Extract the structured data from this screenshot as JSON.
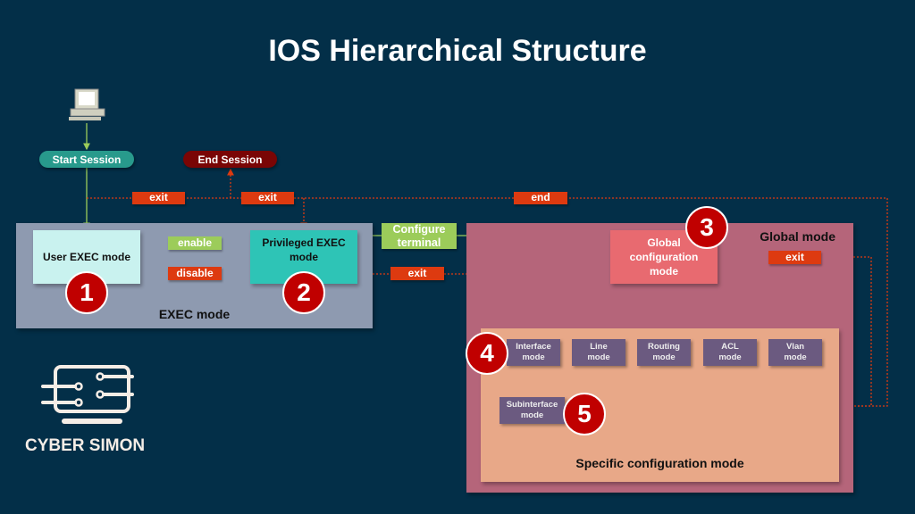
{
  "title": "IOS Hierarchical Structure",
  "session": {
    "start": "Start Session",
    "end": "End Session"
  },
  "labels": {
    "exit1": "exit",
    "exit2": "exit",
    "end": "end",
    "enable": "enable",
    "disable": "disable",
    "configure_terminal": "Configure terminal",
    "exit3": "exit",
    "exit4": "exit"
  },
  "modes": {
    "user_exec": "User EXEC mode",
    "privileged_exec": "Privileged EXEC mode",
    "global_config": "Global configuration mode",
    "exec_area": "EXEC mode",
    "global_area": "Global mode",
    "specific_area": "Specific configuration mode",
    "sub": [
      {
        "label": "Interface mode"
      },
      {
        "label": "Line mode"
      },
      {
        "label": "Routing mode"
      },
      {
        "label": "ACL mode"
      },
      {
        "label": "Vlan mode"
      }
    ],
    "subinterface": "Subinterface mode"
  },
  "numbers": [
    "1",
    "2",
    "3",
    "4",
    "5"
  ],
  "brand": "CYBER SIMON",
  "colors": {
    "background": "#032f48",
    "exec_area": "#8e9ab0",
    "global_area": "#b5657a",
    "specific_area": "#e8a888",
    "exit_red": "#dd3a10",
    "command_green": "#9ccc5a"
  }
}
